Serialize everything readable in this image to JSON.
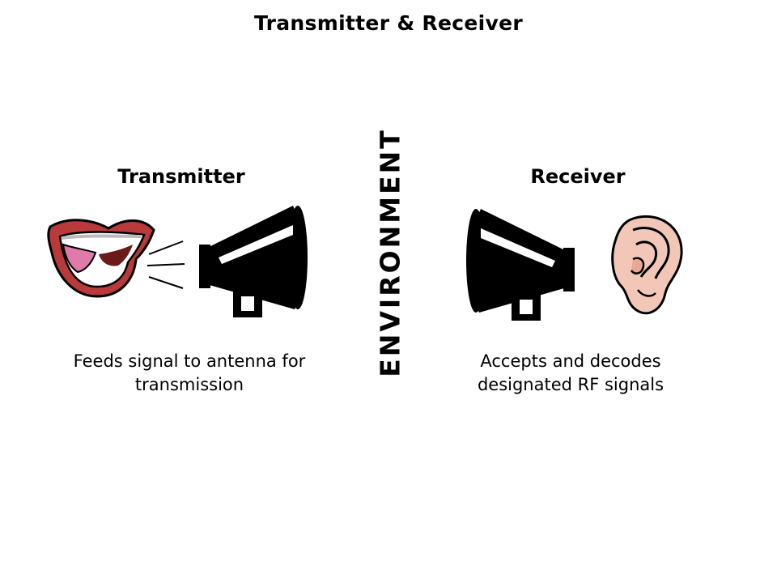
{
  "title": "Transmitter & Receiver",
  "divider_label": "ENVIRONMENT",
  "transmitter": {
    "heading": "Transmitter",
    "description_line1": "Feeds signal to antenna for",
    "description_line2": "transmission",
    "icons": [
      "mouth-icon",
      "sound-lines-icon",
      "megaphone-icon"
    ]
  },
  "receiver": {
    "heading": "Receiver",
    "description_line1": "Accepts and decodes",
    "description_line2": "designated RF signals",
    "icons": [
      "megaphone-icon",
      "ear-icon"
    ]
  },
  "colors": {
    "lips": "#b83a3a",
    "tongue": "#e07aa8",
    "ear_skin": "#f2c7b8",
    "megaphone": "#000000"
  }
}
